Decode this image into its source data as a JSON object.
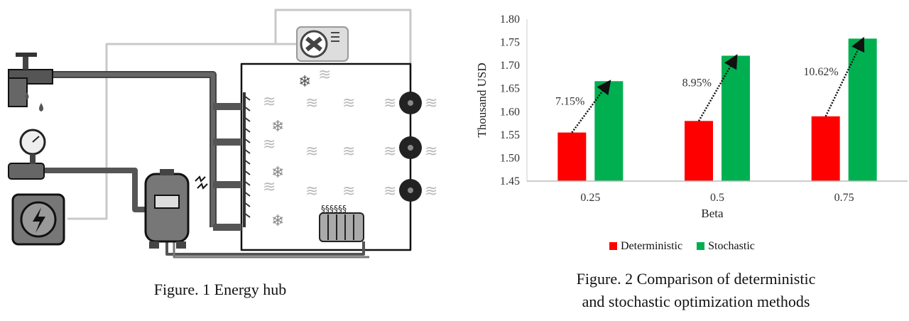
{
  "figure1": {
    "caption": "Figure. 1 Energy hub",
    "components": [
      "water-tap",
      "pressure-gauge-gas-pipe",
      "electricity-supply",
      "chp-boiler",
      "air-conditioner-outdoor-unit",
      "radiant-wall-heater",
      "fan-coils",
      "radiator"
    ]
  },
  "figure2": {
    "caption_line1": "Figure. 2 Comparison of deterministic",
    "caption_line2": "and stochastic optimization methods"
  },
  "chart_data": {
    "type": "bar",
    "title": "",
    "xlabel": "Beta",
    "ylabel": "Thousand USD",
    "categories": [
      "0.25",
      "0.5",
      "0.75"
    ],
    "series": [
      {
        "name": "Deterministic",
        "color": "#ff0000",
        "values": [
          1.555,
          1.58,
          1.59
        ]
      },
      {
        "name": "Stochastic",
        "color": "#00b050",
        "values": [
          1.666,
          1.721,
          1.758
        ]
      }
    ],
    "annotations": [
      "7.15%",
      "8.95%",
      "10.62%"
    ],
    "ylim": [
      1.45,
      1.8
    ],
    "yticks": [
      "1.45",
      "1.50",
      "1.55",
      "1.60",
      "1.65",
      "1.70",
      "1.75",
      "1.80"
    ],
    "grid": false,
    "legend": "bottom"
  }
}
